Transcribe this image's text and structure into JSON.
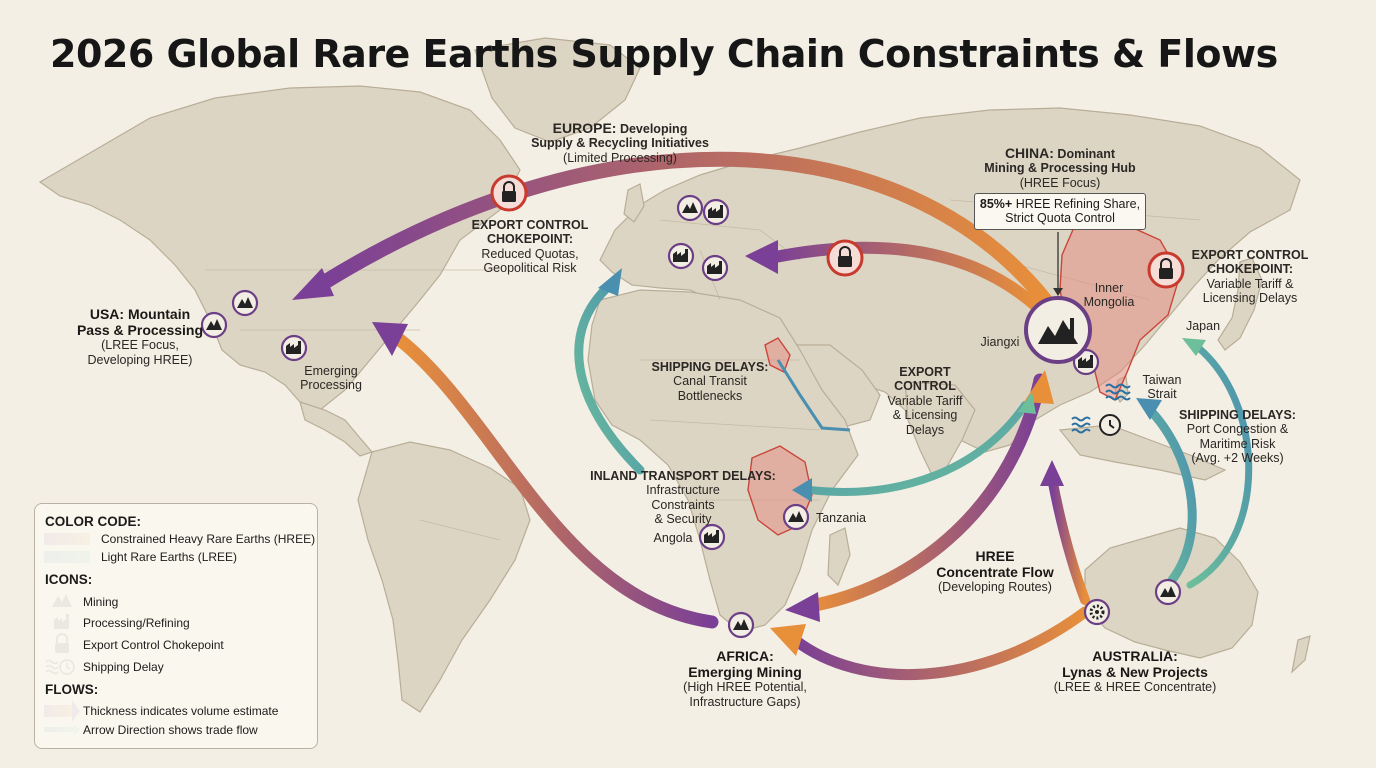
{
  "title": "2026 Global Rare Earths Supply Chain Constraints & Flows",
  "colors": {
    "ocean": "#f3efe4",
    "land": "#ddd5c3",
    "land_border": "#b8ad98",
    "hree_start": "#e88f3a",
    "hree_end": "#7a3f96",
    "lree_start": "#4a8fb0",
    "lree_end": "#6cbf9a",
    "lock_red": "#c83a2e",
    "risk_zone": "#e58a80"
  },
  "regions": {
    "europe": {
      "heading": "EUROPE:",
      "heading_rest": "Developing",
      "line2": "Supply & Recycling Initiatives",
      "line3": "(Limited Processing)"
    },
    "china": {
      "heading": "CHINA:",
      "heading_rest": "Dominant",
      "line2": "Mining & Processing Hub",
      "line3": "(HREE Focus)",
      "callout_bold": "85%+",
      "callout_rest": "HREE Refining Share,",
      "callout_line2": "Strict Quota Control"
    },
    "usa": {
      "heading": "USA: Mountain",
      "line2": "Pass & Processing",
      "line3": "(LREE Focus,",
      "line4": "Developing HREE)"
    },
    "africa": {
      "heading": "AFRICA:",
      "line2": "Emerging Mining",
      "line3": "(High HREE Potential,",
      "line4": "Infrastructure Gaps)"
    },
    "australia": {
      "heading": "AUSTRALIA:",
      "line2": "Lynas & New Projects",
      "line3": "(LREE & HREE Concentrate)"
    }
  },
  "constraints": {
    "export_west": {
      "heading": "EXPORT CONTROL",
      "line2": "CHOKEPOINT:",
      "line3": "Reduced Quotas,",
      "line4": "Geopolitical Risk"
    },
    "export_east": {
      "heading": "EXPORT CONTROL",
      "line2": "CHOKEPOINT:",
      "line3": "Variable Tariff &",
      "line4": "Licensing Delays"
    },
    "export_mid": {
      "heading": "EXPORT",
      "line2": "CONTROL",
      "line3": "Variable Tariff",
      "line4": "& Licensing",
      "line5": "Delays"
    },
    "shipping_canal": {
      "heading": "SHIPPING DELAYS:",
      "line2": "Canal Transit",
      "line3": "Bottlenecks"
    },
    "inland": {
      "heading": "INLAND TRANSPORT DELAYS:",
      "line2": "Infrastructure",
      "line3": "Constraints",
      "line4": "& Security"
    },
    "shipping_pacific": {
      "heading": "SHIPPING DELAYS:",
      "line2": "Port Congestion &",
      "line3": "Maritime Risk",
      "line4": "(Avg. +2 Weeks)"
    },
    "hree_flow": {
      "heading": "HREE",
      "line2": "Concentrate Flow",
      "line3": "(Developing Routes)"
    }
  },
  "places": {
    "emerging_processing_l1": "Emerging",
    "emerging_processing_l2": "Processing",
    "jiangxi": "Jiangxi",
    "inner_mongolia_l1": "Inner",
    "inner_mongolia_l2": "Mongolia",
    "japan": "Japan",
    "taiwan_l1": "Taiwan",
    "taiwan_l2": "Strait",
    "tanzania": "Tanzania",
    "angola": "Angola"
  },
  "legend": {
    "color_code_heading": "COLOR CODE:",
    "hree_label": "Constrained Heavy Rare Earths (HREE)",
    "lree_label": "Light Rare Earths (LREE)",
    "icons_heading": "ICONS:",
    "icons": [
      {
        "icon": "mining-icon",
        "label": "Mining"
      },
      {
        "icon": "factory-icon",
        "label": "Processing/Refining"
      },
      {
        "icon": "lock-icon",
        "label": "Export Control Chokepoint"
      },
      {
        "icon": "shipping-delay-icon",
        "label": "Shipping Delay"
      }
    ],
    "flows_heading": "FLOWS:",
    "flow_thickness_label": "Thickness indicates volume estimate",
    "flow_direction_label": "Arrow Direction shows trade flow"
  }
}
